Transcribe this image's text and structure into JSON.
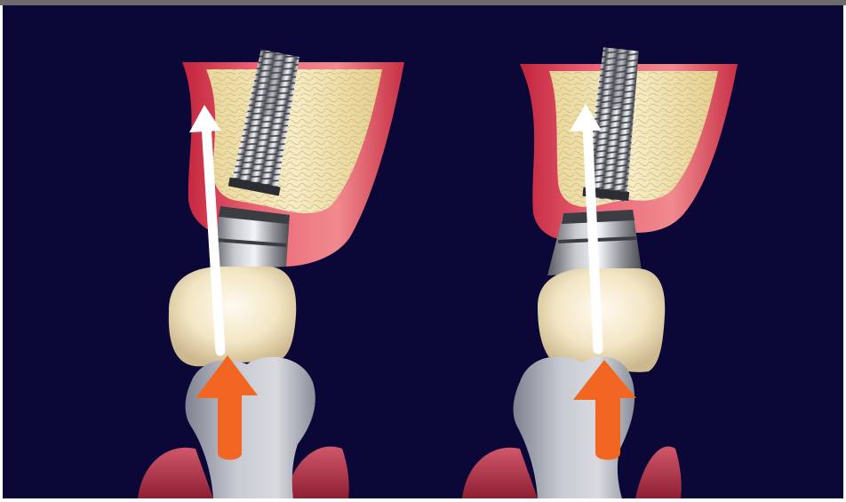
{
  "figure": {
    "panels": [
      {
        "id": "left",
        "label": "",
        "arrows": [
          "white-force-vector-arrow",
          "orange-occlusal-load-arrow"
        ]
      },
      {
        "id": "right",
        "label": "",
        "arrows": [
          "white-force-vector-arrow",
          "orange-occlusal-load-arrow"
        ]
      }
    ],
    "colors": {
      "background": "#0b0736",
      "top_strip": "#6b6b6e",
      "frame": "#ffffff",
      "gingiva": "#e3556a",
      "bone": "#eddfa8",
      "implant": "#8e9096",
      "crown": "#f4e9c8",
      "opposing_tooth": "#b3b6be",
      "force_arrow_white": "#ffffff",
      "load_arrow_orange": "#f26522"
    }
  }
}
